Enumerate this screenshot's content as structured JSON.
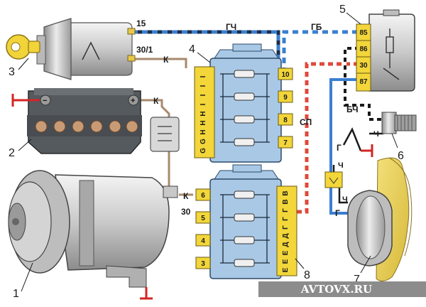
{
  "callouts": [
    "1",
    "2",
    "3",
    "4",
    "5",
    "6",
    "7",
    "8"
  ],
  "ignition_terminals": [
    "15",
    "30/1"
  ],
  "wire_codes": {
    "gch": "ГЧ",
    "gb": "ГБ",
    "k_ignition": "К",
    "k_battery": "К",
    "k_generator": "К",
    "sp": "СП",
    "bch": "БЧ",
    "g": "Г",
    "g2": "Г",
    "ch1": "Ч",
    "ch2": "Ч",
    "ch3": "Ч"
  },
  "generator_terminal": "30",
  "relay_pins": [
    "85",
    "86",
    "30",
    "87"
  ],
  "fuse_block_upper": {
    "left_letters": [
      "G",
      "G",
      "H",
      "H",
      "H",
      "I",
      "I",
      "I",
      "I"
    ],
    "right_numbers": [
      "10",
      "9",
      "8",
      "7"
    ]
  },
  "fuse_block_lower": {
    "left_numbers": [
      "6",
      "5",
      "4",
      "3"
    ],
    "right_letters": [
      "Е",
      "Е",
      "Е",
      "Д",
      "Д",
      "Г",
      "Г",
      "Г",
      "В",
      "В"
    ]
  },
  "watermark": "AVTOVX.RU",
  "colors": {
    "wire_blue": "#3a7fd0",
    "wire_red": "#e0483a",
    "wire_gray": "#7a7a7a",
    "wire_brown": "#a78a6e",
    "fuse_block": "#a9c8e6",
    "fuse_labels": "#f2d63a",
    "ground": "#d42424"
  }
}
